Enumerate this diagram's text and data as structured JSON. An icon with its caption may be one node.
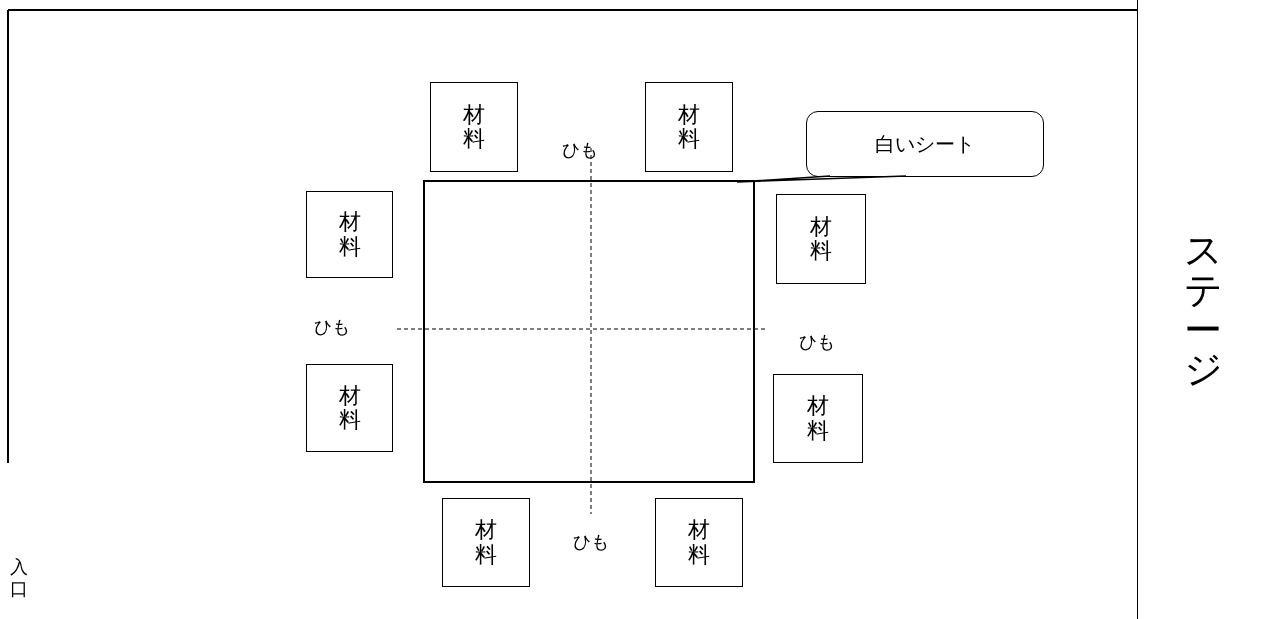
{
  "diagram": {
    "nodes": [
      {
        "text": [
          "材料"
        ]
      },
      {
        "text": [
          "材料"
        ]
      },
      {
        "text": [
          "白いシート"
        ]
      },
      {
        "text": [],
        "shape": "box"
      },
      {
        "text": [
          "材料"
        ]
      },
      {
        "text": [
          "材料"
        ]
      },
      {
        "text": [
          "材料"
        ]
      },
      {
        "text": [
          "材料"
        ]
      },
      {
        "text": [
          "材料"
        ]
      },
      {
        "text": [
          "材料"
        ]
      },
      {
        "text": [
          "ステージ"
        ]
      }
    ],
    "edges": [
      {
        "from": 2,
        "to": 3,
        "arrow": "none"
      }
    ],
    "labels": [
      "ひも",
      "ひも",
      "ひも",
      "ひも",
      "入口"
    ]
  }
}
